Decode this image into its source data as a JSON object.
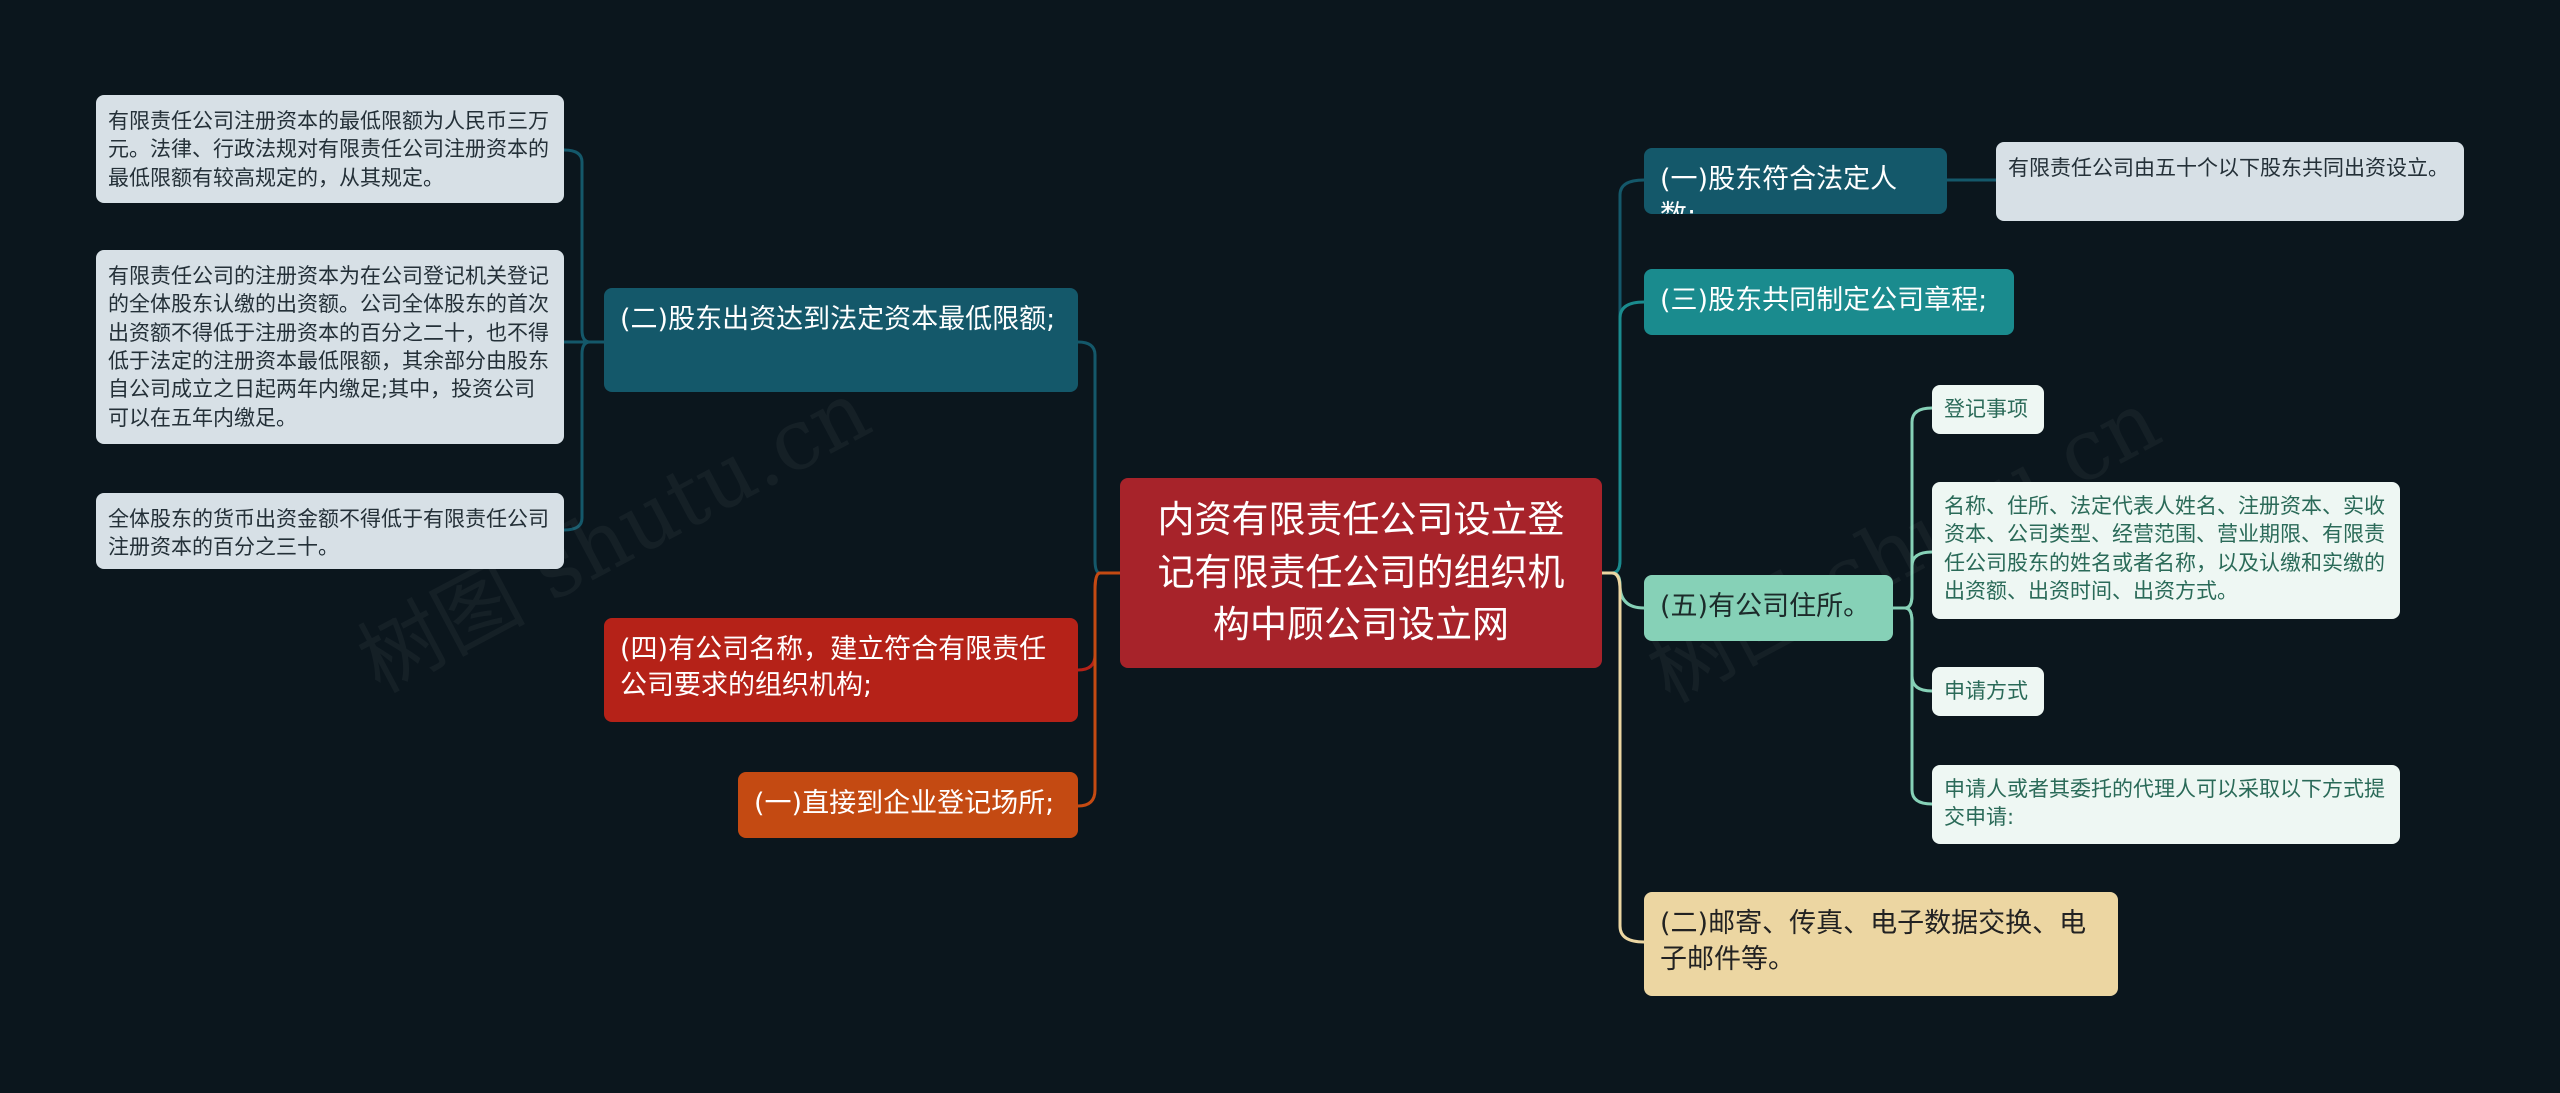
{
  "root": {
    "label": "内资有限责任公司设立登记有限责任公司的组织机构中顾公司设立网"
  },
  "watermark": "树图 shutu.cn",
  "left": {
    "b2": {
      "label": "(二)股东出资达到法定资本最低限额;",
      "children": [
        "有限责任公司注册资本的最低限额为人民币三万元。法律、行政法规对有限责任公司注册资本的最低限额有较高规定的，从其规定。",
        "有限责任公司的注册资本为在公司登记机关登记的全体股东认缴的出资额。公司全体股东的首次出资额不得低于注册资本的百分之二十，也不得低于法定的注册资本最低限额，其余部分由股东自公司成立之日起两年内缴足;其中，投资公司可以在五年内缴足。",
        "全体股东的货币出资金额不得低于有限责任公司注册资本的百分之三十。"
      ]
    },
    "b4": {
      "label": "(四)有公司名称，建立符合有限责任公司要求的组织机构;"
    },
    "b1": {
      "label": "(一)直接到企业登记场所;"
    }
  },
  "right": {
    "r1": {
      "label": "(一)股东符合法定人数;",
      "children": [
        "有限责任公司由五十个以下股东共同出资设立。"
      ]
    },
    "r3": {
      "label": "(三)股东共同制定公司章程;"
    },
    "r5": {
      "label": "(五)有公司住所。",
      "children": [
        "登记事项",
        "名称、住所、法定代表人姓名、注册资本、实收资本、公司类型、经营范围、营业期限、有限责任公司股东的姓名或者名称，以及认缴和实缴的出资额、出资时间、出资方式。",
        "申请方式",
        "申请人或者其委托的代理人可以采取以下方式提交申请:"
      ]
    },
    "r2": {
      "label": "(二)邮寄、传真、电子数据交换、电子邮件等。"
    }
  },
  "colors": {
    "background": "#0b161d",
    "root": "#a7232a",
    "teal_dark": "#14586a",
    "teal_mid": "#1a8b8e",
    "mint": "#86d1b7",
    "sand": "#ecd6a2",
    "red": "#b52218",
    "orange": "#c44a12"
  }
}
